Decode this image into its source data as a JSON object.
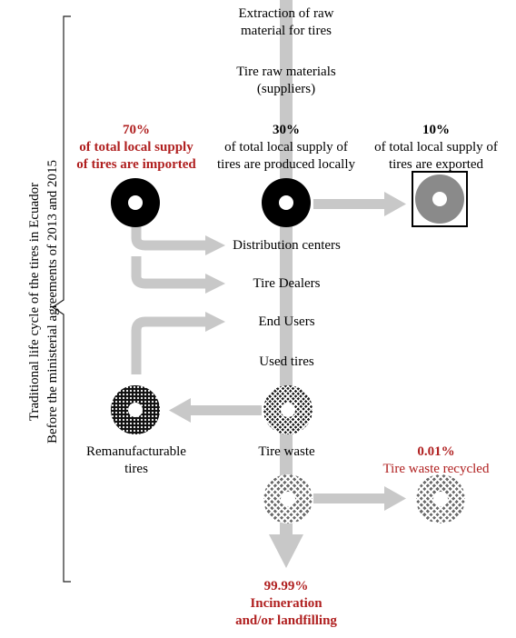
{
  "side_label": {
    "line1": "Traditional life cycle of the tires in Ecuador",
    "line2": "Before the ministerial agreements of 2013 and 2015"
  },
  "top": {
    "extraction_line1": "Extraction of raw",
    "extraction_line2": "material for tires",
    "suppliers_line1": "Tire raw materials",
    "suppliers_line2": "(suppliers)"
  },
  "supply": {
    "imported_pct": "70%",
    "imported_line1": "of total local supply",
    "imported_line2": "of tires are imported",
    "local_pct": "30%",
    "local_line1": "of total local supply of",
    "local_line2": "tires are produced locally",
    "exported_pct": "10%",
    "exported_line1": "of total local supply of",
    "exported_line2": "tires are exported"
  },
  "chain": {
    "distribution": "Distribution centers",
    "dealers": "Tire Dealers",
    "end_users": "End Users",
    "used_tires": "Used tires",
    "remanufacturable_line1": "Remanufacturable",
    "remanufacturable_line2": "tires",
    "tire_waste": "Tire waste"
  },
  "outcomes": {
    "recycled_pct": "0.01%",
    "recycled_label": "Tire waste recycled",
    "landfill_pct": "99.99%",
    "landfill_line1": "Incineration",
    "landfill_line2": "and/or landfilling"
  },
  "colors": {
    "arrow": "#c8c8c8",
    "highlight": "#b02020"
  }
}
